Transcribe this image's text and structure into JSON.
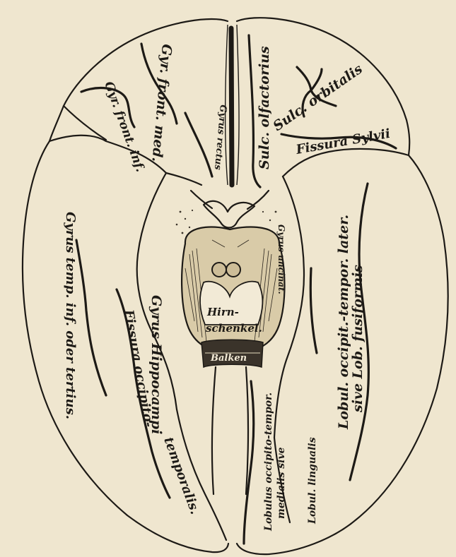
{
  "labels": {
    "gyr_front_med": "Gyr. front. med.",
    "gyr_front_inf": "Gyr. front. inf.",
    "gyrus_rectus": "Gyrus rectus",
    "sulc_olfactorius": "Sulc. olfactorius",
    "sulc_orbitalis": "Sulc. orbitalis",
    "fissura_sylvii": "Fissura Sylvii",
    "gyrus_uncinat": "Gyrus uncinat.",
    "gyrus_temp_inf": "Gyrus temp. inf. oder tertius.",
    "gyrus_hippocampi": "Gyrus Hippocampi",
    "fissura_occipito": "Fissura occipito-",
    "temporalis": "temporalis.",
    "hirn": "Hirn-",
    "schenkel": "schenkel.",
    "balken": "Balken",
    "lobul_occipit_temp": "Lobul. occipit.-tempor. later.",
    "sive_lob_fusiformis": "sive Lob. fusiformis",
    "lobulus_occipito_temp": "Lobulus occipito-tempor.",
    "medialis_sive": "medialis sive",
    "lobul_lingualis": "Lobul. lingualis"
  }
}
